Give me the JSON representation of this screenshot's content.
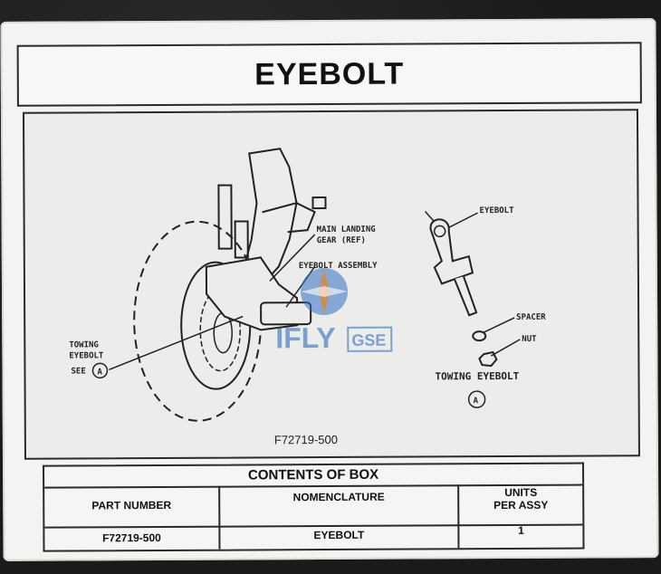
{
  "placard": {
    "title": "EYEBOLT",
    "diagram": {
      "labels": {
        "main_landing_gear_1": "MAIN LANDING",
        "main_landing_gear_2": "GEAR (REF)",
        "eyebolt_assembly": "EYEBOLT ASSEMBLY",
        "towing_1": "TOWING",
        "towing_2": "EYEBOLT",
        "see": "SEE",
        "see_ref": "A",
        "eyebolt": "EYEBOLT",
        "spacer": "SPACER",
        "nut": "NUT",
        "towing_eyebolt": "TOWING EYEBOLT",
        "detail_ref": "A"
      },
      "part_number_caption": "F72719-500"
    },
    "contents": {
      "title": "CONTENTS OF BOX",
      "headers": {
        "part_number": "PART NUMBER",
        "nomenclature": "NOMENCLATURE",
        "units_1": "UNITS",
        "units_2": "PER ASSY"
      },
      "rows": [
        {
          "part_number": "F72719-500",
          "nomenclature": "EYEBOLT",
          "units": "1"
        }
      ]
    }
  },
  "watermark": {
    "brand": "IFLY",
    "suffix": "GSE",
    "colors": {
      "blue": "#2f6fc0",
      "orange": "#e8832a"
    }
  }
}
